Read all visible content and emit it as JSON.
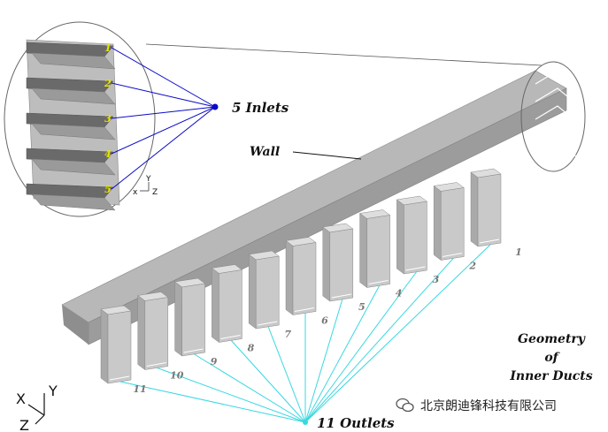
{
  "labels": {
    "inlets": "5 Inlets",
    "wall": "Wall",
    "outlets": "11 Outlets",
    "geometry_line1": "Geometry",
    "geometry_line2": "of",
    "geometry_line3": "Inner Ducts"
  },
  "inlet_numbers": [
    "1",
    "2",
    "3",
    "4",
    "5"
  ],
  "outlet_numbers": [
    "1",
    "2",
    "3",
    "4",
    "5",
    "6",
    "7",
    "8",
    "9",
    "10",
    "11"
  ],
  "axes_main": {
    "x": "X",
    "y": "Y",
    "z": "Z"
  },
  "axes_inset": {
    "x": "x",
    "y": "Y",
    "z": "Z"
  },
  "watermark": "北京朗迪锋科技有限公司",
  "colors": {
    "duct_fill": "#c9c9c9",
    "duct_side": "#a9a9a9",
    "inlet_leader": "#0a0ac8",
    "outlet_leader": "#38d8e0",
    "inlet_number": "#e8e800"
  }
}
